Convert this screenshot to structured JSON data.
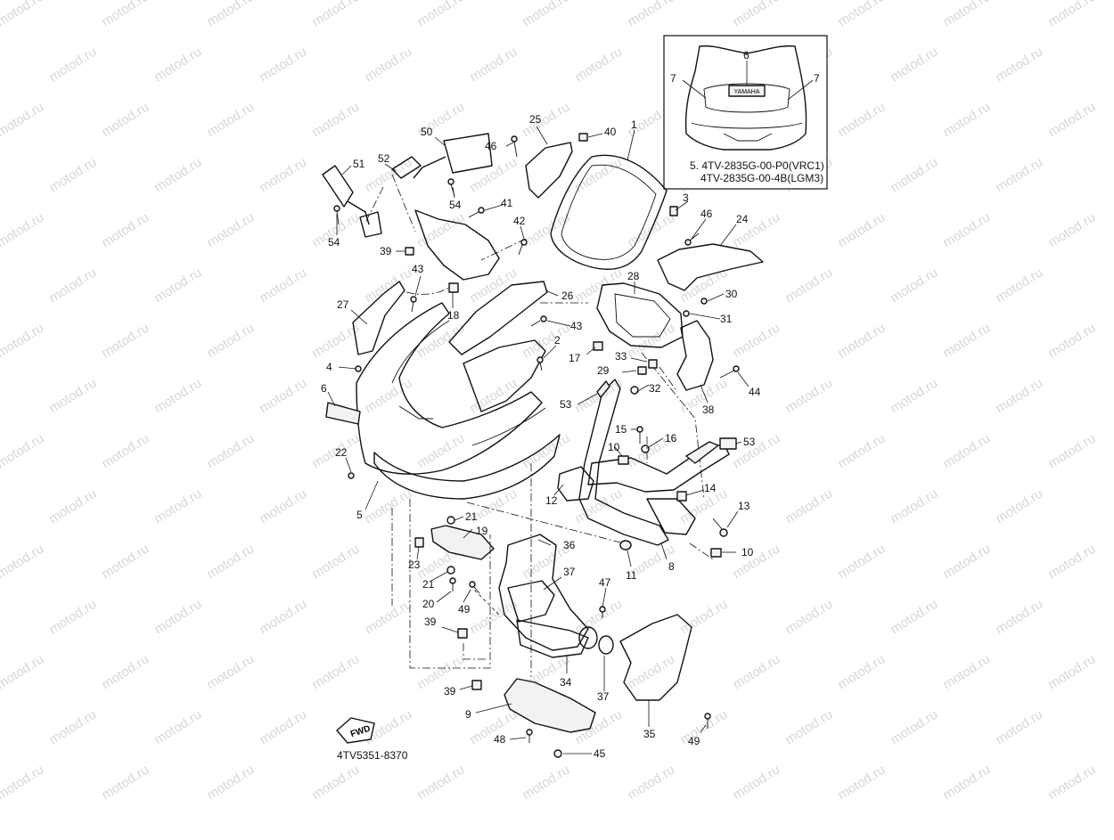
{
  "watermark": "motod.ru",
  "diagram_code": "4TV5351-8370",
  "direction_badge": "FWD",
  "inset": {
    "line1": "5. 4TV-2835G-00-P0(VRC1)",
    "line2": "4TV-2835G-00-4B(LGM3)",
    "brand_text": "YAMAHA",
    "labels": {
      "six": "6",
      "seven_left": "7",
      "seven_right": "7"
    }
  },
  "callouts": {
    "c1": "1",
    "c2": "2",
    "c3": "3",
    "c4": "4",
    "c5": "5",
    "c6": "6",
    "c8": "8",
    "c9": "9",
    "c10a": "10",
    "c10b": "10",
    "c11": "11",
    "c12": "12",
    "c13": "13",
    "c14": "14",
    "c15": "15",
    "c16": "16",
    "c17": "17",
    "c18": "18",
    "c19": "19",
    "c20": "20",
    "c21a": "21",
    "c21b": "21",
    "c22": "22",
    "c23": "23",
    "c24": "24",
    "c25": "25",
    "c26": "26",
    "c27": "27",
    "c28": "28",
    "c29": "29",
    "c30": "30",
    "c31": "31",
    "c32": "32",
    "c33": "33",
    "c34": "34",
    "c35": "35",
    "c36": "36",
    "c37a": "37",
    "c37b": "37",
    "c38": "38",
    "c39a": "39",
    "c39b": "39",
    "c39c": "39",
    "c40": "40",
    "c41": "41",
    "c42": "42",
    "c43a": "43",
    "c43b": "43",
    "c44": "44",
    "c45": "45",
    "c46a": "46",
    "c46b": "46",
    "c47": "47",
    "c48": "48",
    "c49a": "49",
    "c49b": "49",
    "c50": "50",
    "c51": "51",
    "c52": "52",
    "c53a": "53",
    "c53b": "53",
    "c54a": "54",
    "c54b": "54"
  }
}
